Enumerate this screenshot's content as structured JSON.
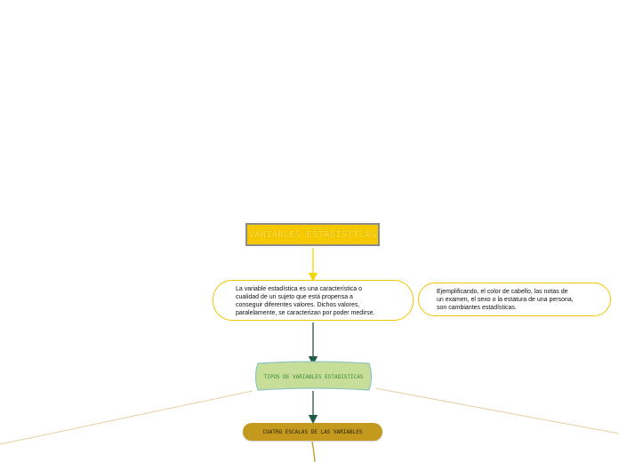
{
  "colors": {
    "title_fill": "#f5c800",
    "title_text": "#ffe14d",
    "note_border": "#f0c400",
    "yellow_connector": "#f5d600",
    "dark_connector": "#1e5a44",
    "types_fill": "#c7de98",
    "types_border": "#8fc4c4",
    "types_text": "#3d8a3d",
    "scales_fill": "#c49a1e",
    "branch_line": "#e4cfa2",
    "down_line": "#c49a1e"
  },
  "nodes": {
    "title": "VARIABLES ESTADISTICAS",
    "definition": "La variable estadística es una característica o\ncualidad de un sujeto que está propensa a\nconseguir diferentes valores. Dichos valores,\nparalelamente, se caracterizan por poder medirse.",
    "example": "Ejemplificando, el color de cabello, las notas de\nun examen, el sexo o la estatura de una persona,\nson cambiantes estadísticas.",
    "types": "TIPOS DE VARIABLES ESTADISTICAS",
    "scales": "CUATRO ESCALAS DE LAS VARIABLES"
  }
}
